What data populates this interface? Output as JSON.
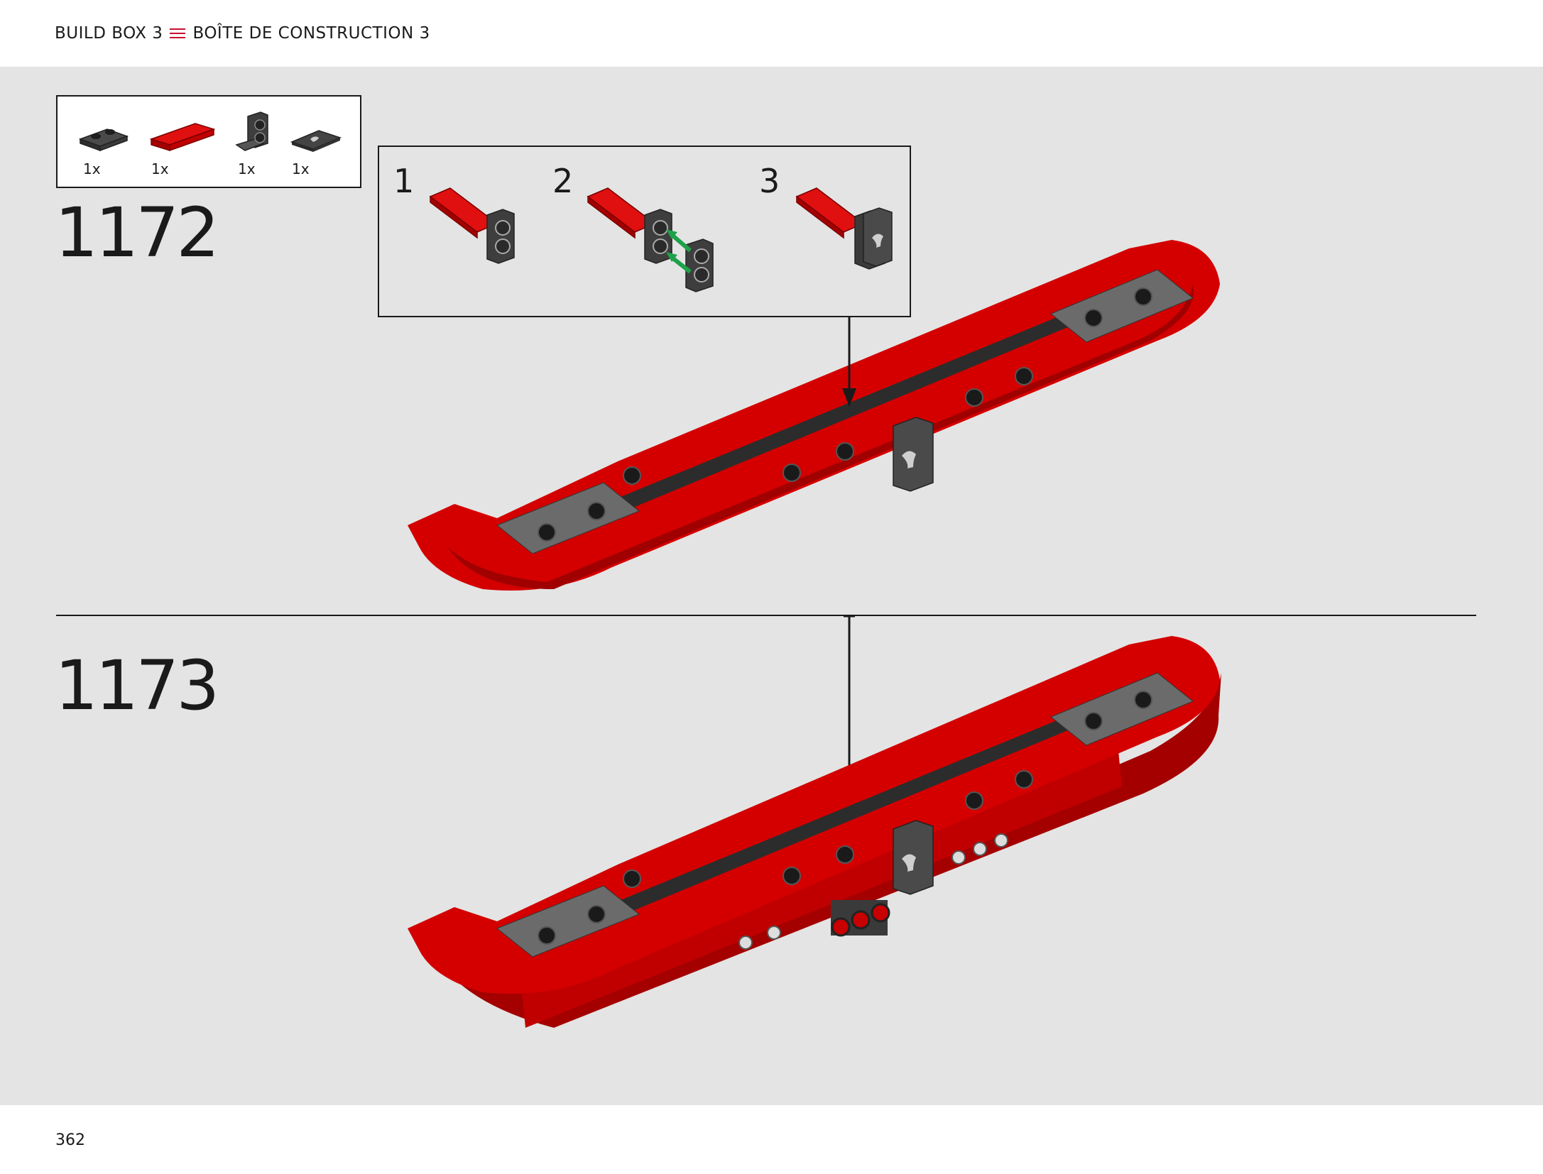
{
  "header": {
    "build_box_en": "BUILD BOX 3",
    "build_box_fr": "BOÎTE DE CONSTRUCTION 3"
  },
  "parts_list": [
    {
      "qty": "1x",
      "icon": "dark-gray-plate-1x2-icon"
    },
    {
      "qty": "1x",
      "icon": "red-tile-1x4-icon"
    },
    {
      "qty": "1x",
      "icon": "dark-gray-bracket-1x2-icon"
    },
    {
      "qty": "1x",
      "icon": "dark-gray-tile-prancing-horse-icon"
    }
  ],
  "steps": [
    {
      "number": "1172",
      "sub_steps": [
        "1",
        "2",
        "3"
      ]
    },
    {
      "number": "1173"
    }
  ],
  "page_number": "362",
  "colors": {
    "brand_red": "#c8102e",
    "brick_red": "#d40000",
    "dark_gray": "#3a3a3a",
    "mid_gray": "#6b6b6b",
    "background": "#e4e4e4"
  }
}
